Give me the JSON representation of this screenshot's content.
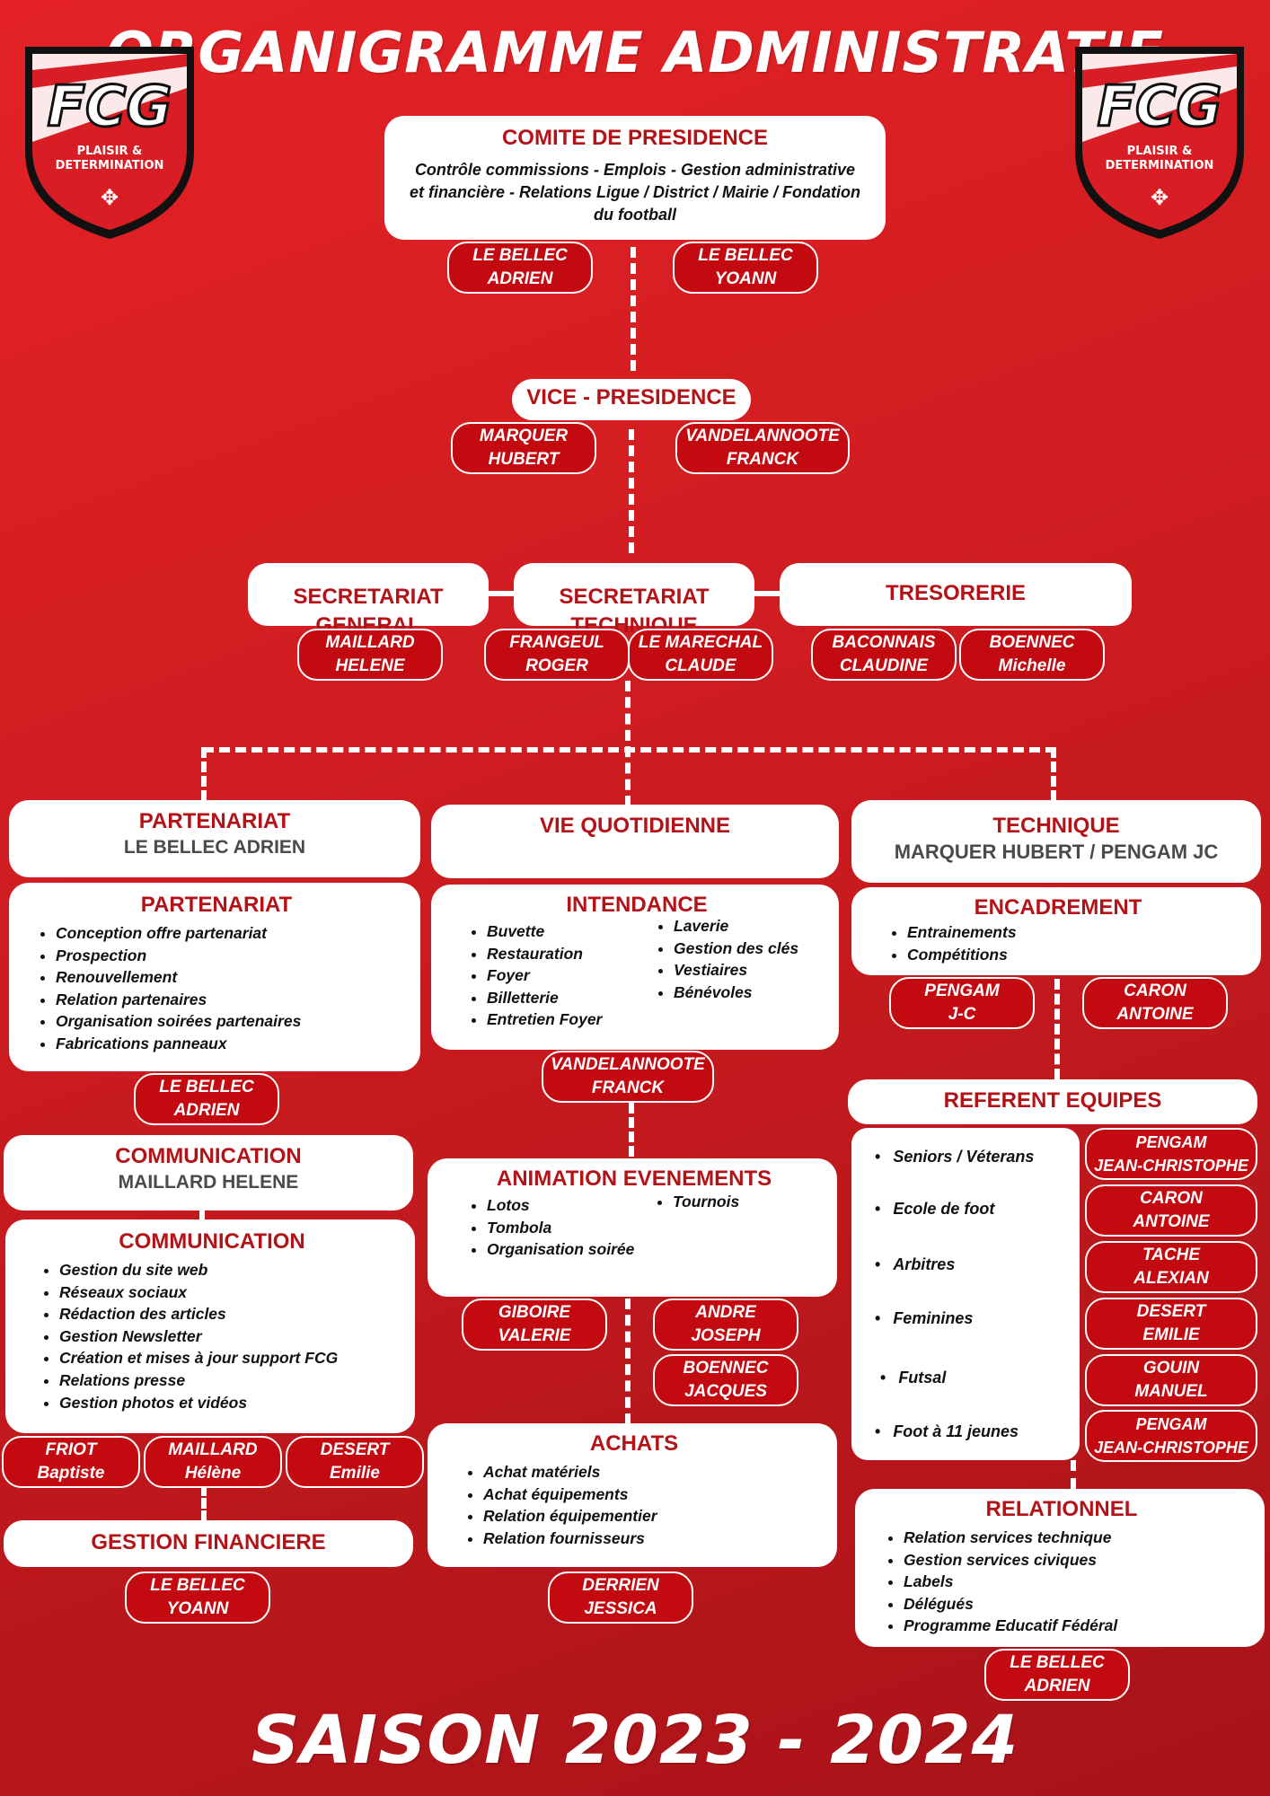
{
  "title": "ORGANIGRAMME ADMINISTRATIF",
  "season": "SAISON 2023 - 2024",
  "logo": {
    "text": "FCG",
    "tagline_1": "PLAISIR &",
    "tagline_2": "DETERMINATION"
  },
  "colors": {
    "primary_red": "#c30a10",
    "title_red": "#b31217",
    "white": "#ffffff"
  },
  "comite": {
    "title": "COMITE DE PRESIDENCE",
    "description": "Contrôle commissions - Emplois - Gestion administrative et financière - Relations Ligue / District / Mairie / Fondation du football",
    "members": [
      "LE BELLEC\nADRIEN",
      "LE BELLEC\nYOANN"
    ]
  },
  "vice": {
    "title": "VICE - PRESIDENCE",
    "members": [
      "MARQUER\nHUBERT",
      "VANDELANNOOTE\nFRANCK"
    ]
  },
  "secretariat_general": {
    "title": "SECRETARIAT\nGENERAL",
    "members": [
      "MAILLARD\nHELENE"
    ]
  },
  "secretariat_technique": {
    "title": "SECRETARIAT\nTECHNIQUE",
    "members": [
      "FRANGEUL\nROGER",
      "LE MARECHAL\nCLAUDE"
    ]
  },
  "tresorerie": {
    "title": "TRESORERIE",
    "members": [
      "BACONNAIS\nCLAUDINE",
      "BOENNEC\nMichelle"
    ]
  },
  "partenariat_head": {
    "title": "PARTENARIAT",
    "sub": "LE BELLEC ADRIEN"
  },
  "partenariat": {
    "title": "PARTENARIAT",
    "items": [
      "Conception offre partenariat",
      "Prospection",
      "Renouvellement",
      "Relation partenaires",
      "Organisation soirées partenaires",
      "Fabrications panneaux"
    ],
    "members": [
      "LE BELLEC\nADRIEN"
    ]
  },
  "communication_head": {
    "title": "COMMUNICATION",
    "sub": "MAILLARD HELENE"
  },
  "communication": {
    "title": "COMMUNICATION",
    "items": [
      "Gestion du site web",
      "Réseaux sociaux",
      "Rédaction des articles",
      "Gestion Newsletter",
      "Création et mises à jour support FCG",
      "Relations presse",
      "Gestion photos et vidéos"
    ],
    "members": [
      "FRIOT\nBaptiste",
      "MAILLARD\nHélène",
      "DESERT\nEmilie"
    ]
  },
  "gestion_financiere": {
    "title": "GESTION FINANCIERE",
    "members": [
      "LE BELLEC\nYOANN"
    ]
  },
  "vie_quotidienne": {
    "title": "VIE QUOTIDIENNE"
  },
  "intendance": {
    "title": "INTENDANCE",
    "items_left": [
      "Buvette",
      "Restauration",
      "Foyer",
      "Billetterie",
      "Entretien Foyer"
    ],
    "items_right": [
      "Laverie",
      "Gestion des clés",
      "Vestiaires",
      "Bénévoles"
    ],
    "members": [
      "VANDELANNOOTE\nFRANCK"
    ]
  },
  "animation": {
    "title": "ANIMATION EVENEMENTS",
    "items_left": [
      "Lotos",
      "Tombola",
      "Organisation soirée"
    ],
    "items_right": [
      "Tournois"
    ],
    "members": [
      "GIBOIRE\nVALERIE",
      "ANDRE\nJOSEPH",
      "BOENNEC\nJACQUES"
    ]
  },
  "achats": {
    "title": "ACHATS",
    "items": [
      "Achat matériels",
      "Achat équipements",
      "Relation équipementier",
      "Relation fournisseurs"
    ],
    "members": [
      "DERRIEN\nJESSICA"
    ]
  },
  "technique": {
    "title": "TECHNIQUE",
    "sub": "MARQUER HUBERT / PENGAM JC"
  },
  "encadrement": {
    "title": "ENCADREMENT",
    "items": [
      "Entrainements",
      "Compétitions"
    ],
    "members": [
      "PENGAM\nJ-C",
      "CARON\nANTOINE"
    ]
  },
  "referent": {
    "title": "REFERENT EQUIPES",
    "items": [
      "Seniors / Véterans",
      "Ecole de foot",
      "Arbitres",
      "Feminines",
      "Futsal",
      "Foot à 11 jeunes"
    ],
    "members": [
      "PENGAM\nJEAN-CHRISTOPHE",
      "CARON\nANTOINE",
      "TACHE\nALEXIAN",
      "DESERT\nEMILIE",
      "GOUIN\nMANUEL",
      "PENGAM\nJEAN-CHRISTOPHE"
    ]
  },
  "relationnel": {
    "title": "RELATIONNEL",
    "items": [
      "Relation services technique",
      "Gestion services civiques",
      "Labels",
      "Délégués",
      "Programme Educatif Fédéral"
    ],
    "members": [
      "LE BELLEC\nADRIEN"
    ]
  }
}
